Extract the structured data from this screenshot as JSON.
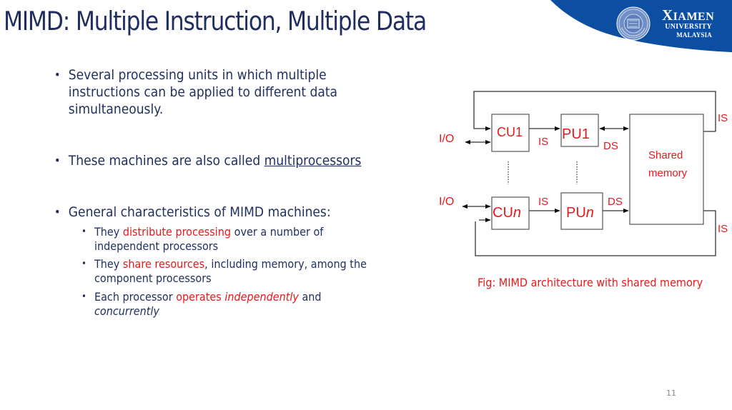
{
  "slide": {
    "title": "MIMD: Multiple Instruction, Multiple Data",
    "page_number": "11",
    "colors": {
      "title_text": "#1f2e5e",
      "header_blue": "#0b4ea2",
      "highlight_red": "#e8191c"
    }
  },
  "logo": {
    "icon": "university-seal-icon",
    "line1_initial": "X",
    "line1_rest": "IAMEN",
    "line2": "UNIVERSITY",
    "line3": "MALAYSIA"
  },
  "bullets": {
    "b1": {
      "line1": "Several processing units in which multiple",
      "line2": "instructions can be applied to different data",
      "line3": "simultaneously."
    },
    "b2": {
      "prefix": "These machines are also called ",
      "underlined": "multiprocessors"
    },
    "b3": {
      "text": "General characteristics of MIMD machines:",
      "sub": [
        {
          "pre": "They ",
          "red": "distribute processing",
          "post": " over a number of",
          "line2": "independent processors"
        },
        {
          "pre": "They ",
          "red": "share resources",
          "post": ", including memory, among the",
          "line2": "component processors"
        },
        {
          "pre": "Each processor ",
          "red": "operates ",
          "red_italic": "independently",
          "post": " and",
          "line2_italic": "concurrently"
        }
      ]
    }
  },
  "diagram": {
    "io_top": "I/O",
    "io_bottom": "I/O",
    "cu1_label": "CU1",
    "pu1_label": "PU1",
    "cun_prefix": "CU",
    "pun_prefix": "PU",
    "n_italic": "n",
    "is_top": "IS",
    "is_bottom": "IS",
    "ds_top": "DS",
    "ds_bottom": "DS",
    "memory_line1": "Shared",
    "memory_line2": "memory",
    "is_right_top": "IS",
    "is_right_bottom": "IS",
    "caption": "Fig: MIMD architecture with shared memory"
  }
}
